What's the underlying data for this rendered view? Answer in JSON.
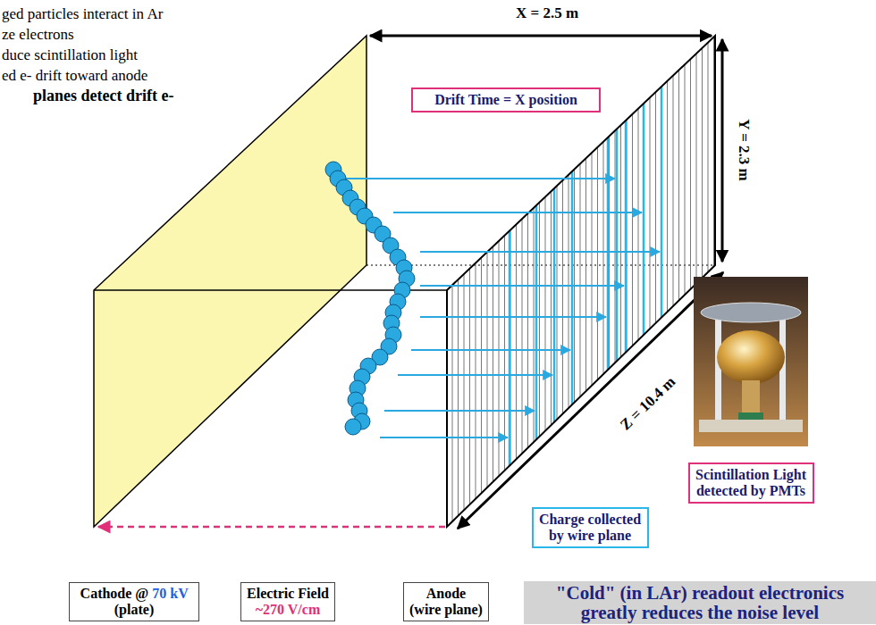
{
  "diagram": {
    "nodes": [
      {
        "text": [
          "Drift Time = X position"
        ]
      },
      {
        "text": [
          "Scintillation Light detected by PMTs"
        ]
      },
      {
        "text": [
          "Charge collected by wire plane"
        ]
      },
      {
        "text": [
          "Cathode @ 70 kV (plate)"
        ]
      },
      {
        "text": [
          "Electric Field ~270 V/cm"
        ]
      },
      {
        "text": [
          "Anode (wire plane)"
        ]
      },
      {
        "text": [
          "\"Cold\" (in LAr) readout electronics greatly reduces the noise level"
        ]
      }
    ],
    "labels": [
      "ged particles interact in Ar",
      "ze electrons",
      "duce scintillation light",
      "ed e- drift toward anode",
      "planes detect drift e-",
      "X = 2.5 m",
      "Y = 2.3 m",
      "Z = 10.4 m"
    ]
  }
}
